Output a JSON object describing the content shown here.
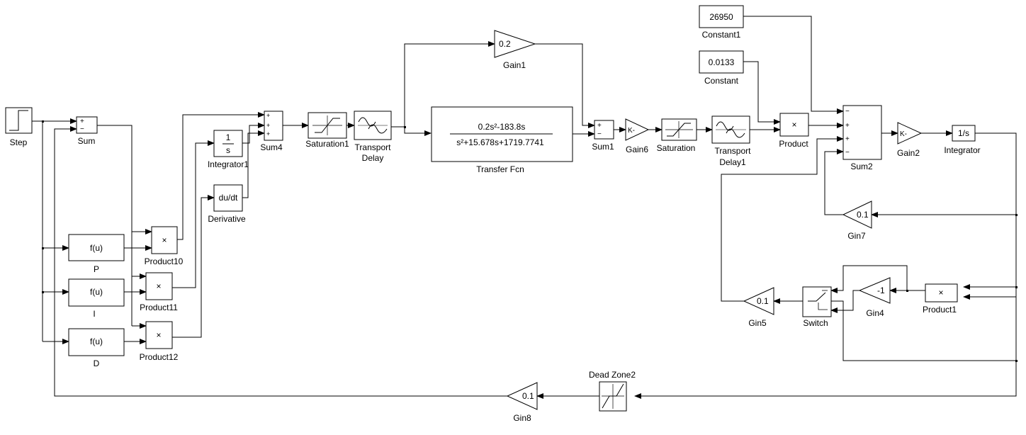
{
  "blocks": {
    "step": {
      "label": "Step"
    },
    "sum": {
      "label": "Sum",
      "signs": [
        "+",
        "−"
      ]
    },
    "sum4": {
      "label": "Sum4",
      "signs": [
        "+",
        "+",
        "+"
      ]
    },
    "sum1": {
      "label": "Sum1",
      "signs": [
        "+",
        "−"
      ]
    },
    "sum2": {
      "label": "Sum2",
      "signs": [
        "−",
        "+",
        "+",
        "−"
      ]
    },
    "integrator1": {
      "label": "Integrator1",
      "num": "1",
      "den": "s"
    },
    "derivative": {
      "label": "Derivative",
      "text": "du/dt"
    },
    "saturation1": {
      "label": "Saturation1"
    },
    "transport_delay": {
      "label_line1": "Transport",
      "label_line2": "Delay"
    },
    "transfer_fcn": {
      "label": "Transfer Fcn",
      "numerator": "0.2s²-183.8s",
      "denominator": "s²+15.678s+1719.7741"
    },
    "gain1": {
      "label": "Gain1",
      "value": "0.2"
    },
    "gain6": {
      "label": "Gain6",
      "value": "K-"
    },
    "saturation": {
      "label": "Saturation"
    },
    "transport_delay1": {
      "label_line1": "Transport",
      "label_line2": "Delay1"
    },
    "constant1": {
      "label": "Constant1",
      "value": "26950"
    },
    "constant": {
      "label": "Constant",
      "value": "0.0133"
    },
    "product": {
      "label": "Product",
      "symbol": "×"
    },
    "gain2": {
      "label": "Gain2",
      "value": "K-"
    },
    "integrator": {
      "label": "Integrator",
      "text": "1/s"
    },
    "gin7": {
      "label": "Gin7",
      "value": "0.1"
    },
    "gin5": {
      "label": "Gin5",
      "value": "0.1"
    },
    "switch": {
      "label": "Switch"
    },
    "gin4": {
      "label": "Gin4",
      "value": "-1"
    },
    "product1": {
      "label": "Product1",
      "symbol": "×"
    },
    "dead_zone2": {
      "label": "Dead Zone2"
    },
    "gin8": {
      "label": "Gin8",
      "value": "0.1"
    },
    "fcn_p": {
      "label": "P",
      "text": "f(u)"
    },
    "fcn_i": {
      "label": "I",
      "text": "f(u)"
    },
    "fcn_d": {
      "label": "D",
      "text": "f(u)"
    },
    "product10": {
      "label": "Product10",
      "symbol": "×"
    },
    "product11": {
      "label": "Product11",
      "symbol": "×"
    },
    "product12": {
      "label": "Product12",
      "symbol": "×"
    }
  }
}
